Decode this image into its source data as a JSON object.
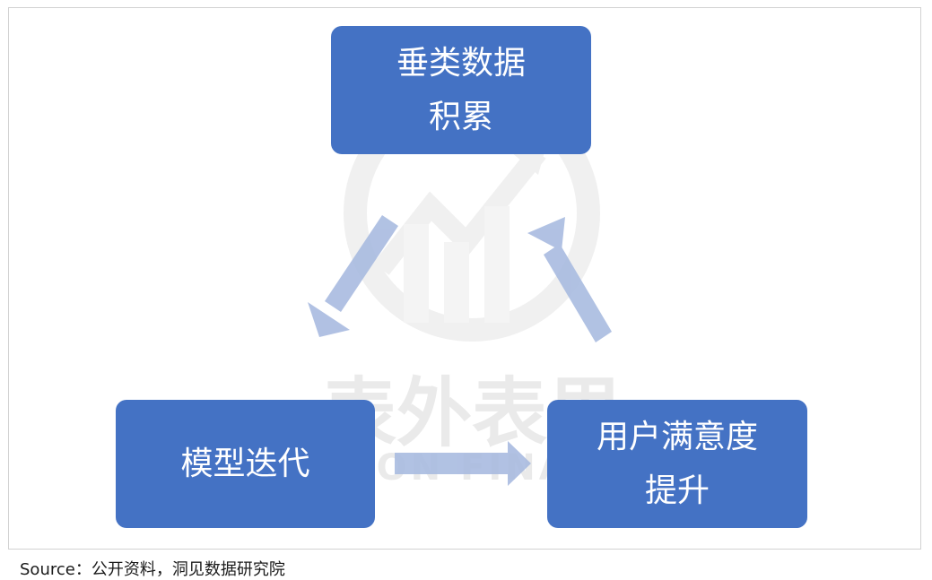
{
  "nodes": {
    "top": [
      "垂类数据",
      "积累"
    ],
    "left": [
      "模型迭代"
    ],
    "right": [
      "用户满意度",
      "提升"
    ]
  },
  "watermark": {
    "cn": "表外表里",
    "en": "VISION FINANCE"
  },
  "source": "Source：公开资料，洞见数据研究院",
  "colors": {
    "box": "#4472c4",
    "arrow": "#a9bbe0",
    "watermark": "#dcdcdc"
  }
}
